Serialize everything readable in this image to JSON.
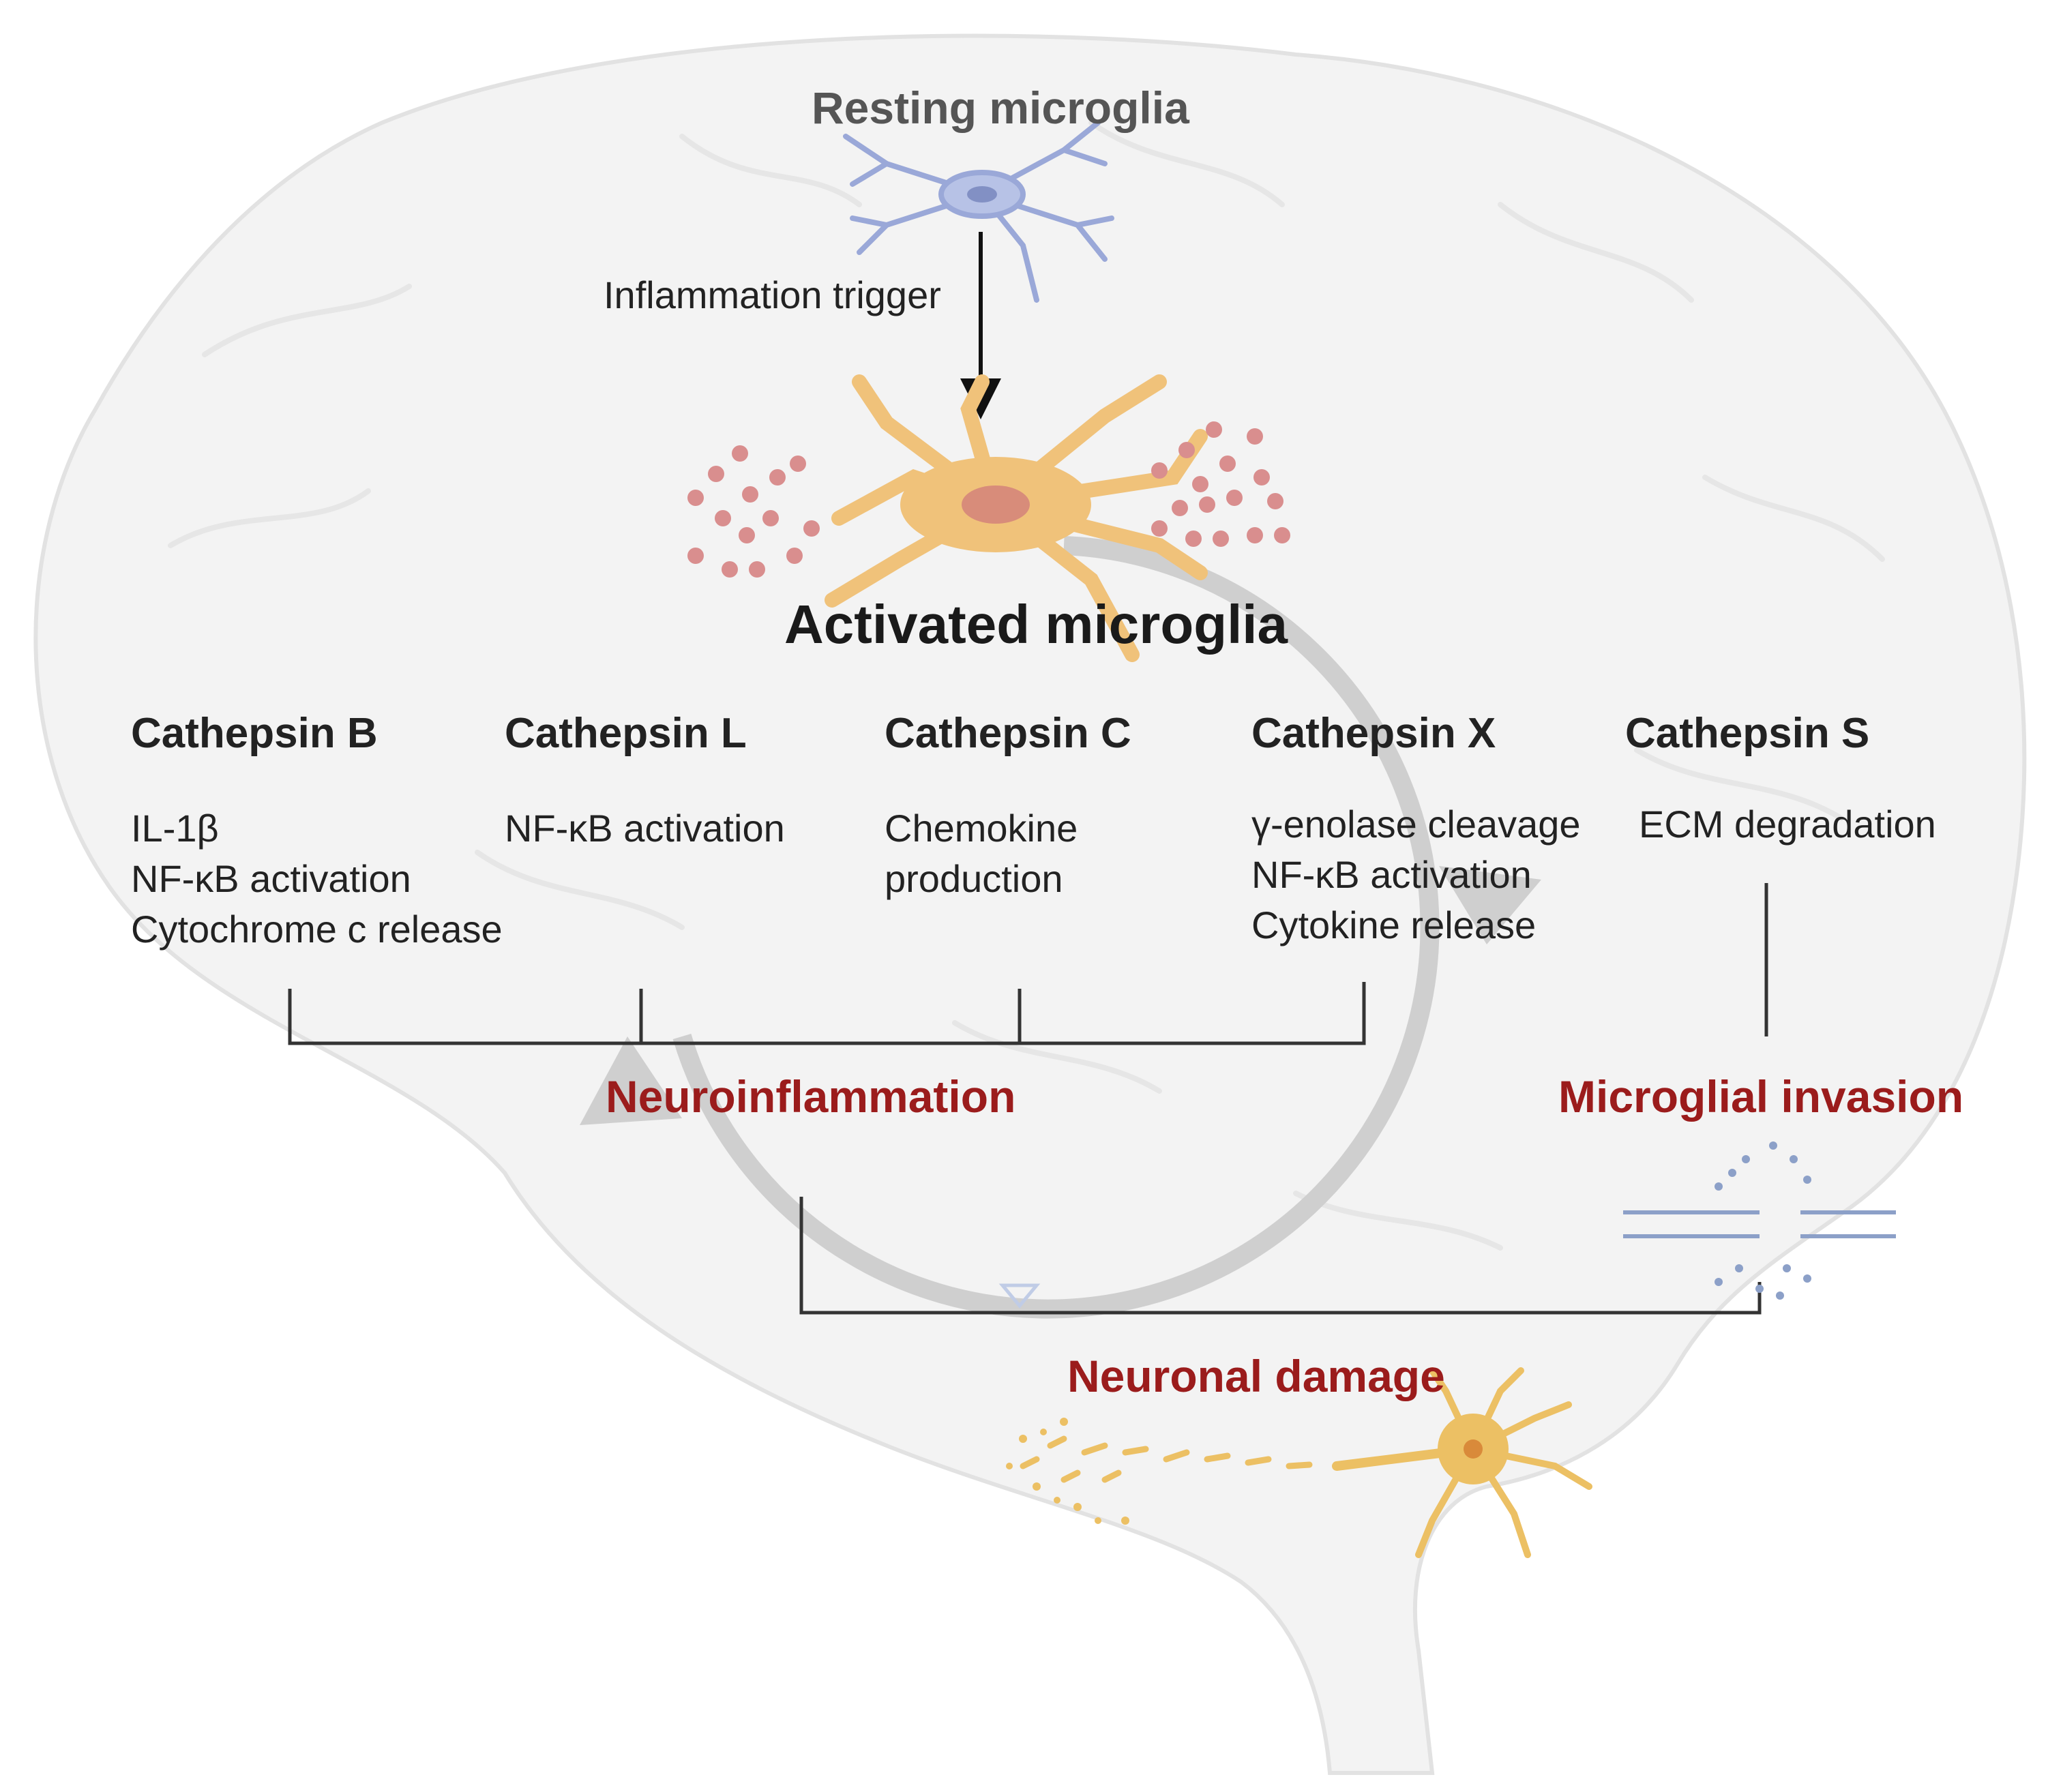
{
  "diagram": {
    "resting_label": "Resting microglia",
    "trigger_label": "Inflammation trigger",
    "activated_label": "Activated microglia",
    "cathepsins": [
      {
        "name": "Cathepsin B",
        "effects": [
          "IL-1β",
          "NF-κB activation",
          "Cytochrome c release"
        ]
      },
      {
        "name": "Cathepsin L",
        "effects": [
          "NF-κB activation"
        ]
      },
      {
        "name": "Cathepsin C",
        "effects": [
          "Chemokine",
          "production"
        ]
      },
      {
        "name": "Cathepsin X",
        "effects": [
          "γ-enolase cleavage",
          "NF-κB activation",
          "Cytokine release"
        ]
      },
      {
        "name": "Cathepsin S",
        "effects": [
          "ECM degradation"
        ]
      }
    ],
    "outcomes": {
      "neuroinflammation": "Neuroinflammation",
      "microglial_invasion": "Microglial invasion",
      "neuronal_damage": "Neuronal damage"
    },
    "colors": {
      "brain_fill": "#f3f3f3",
      "brain_outline": "#e2e2e2",
      "resting_cell": "#9aa8d8",
      "activated_cell": "#f0c27a",
      "vesicle": "#d98e8e",
      "cycle_arrow": "#c9c9c9",
      "outcome_text": "#9b1c1c",
      "neuron": "#ecc064"
    }
  }
}
